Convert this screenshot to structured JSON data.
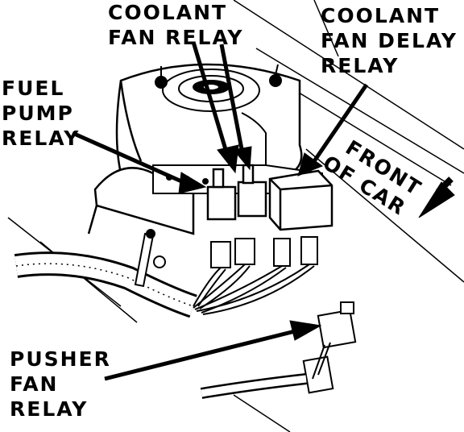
{
  "labels": {
    "coolant_fan_relay": [
      "COOLANT",
      "FAN RELAY"
    ],
    "coolant_fan_delay_relay": [
      "COOLANT",
      "FAN DELAY",
      "RELAY"
    ],
    "fuel_pump_relay": [
      "FUEL",
      "PUMP",
      "RELAY"
    ],
    "front_of_car": [
      "FRONT",
      "OF CAR"
    ],
    "pusher_fan_relay": [
      "PUSHER",
      "FAN",
      "RELAY"
    ]
  },
  "colors": {
    "ink": "#000000",
    "paper": "#ffffff"
  }
}
